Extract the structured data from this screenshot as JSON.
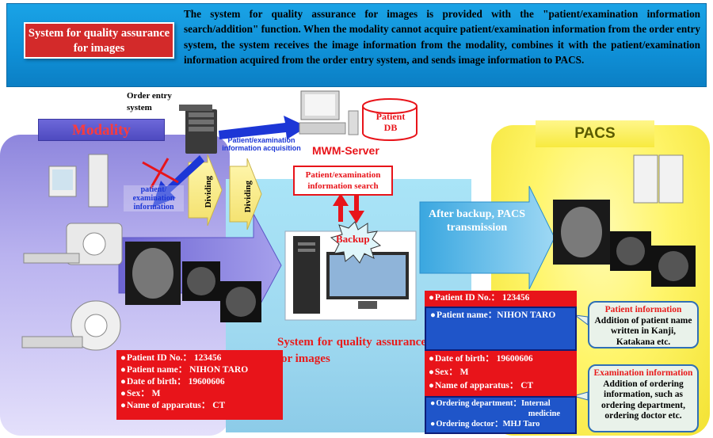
{
  "header": {
    "badge": "System for quality assurance for images",
    "description": "The system for quality assurance for images is provided with the \"patient/examination information search/addition\" function. When the modality cannot acquire patient/examination information from the order entry system, the system receives the image information from the modality, combines it with the patient/examination information acquired from the order entry system, and sends image information to PACS."
  },
  "nodes": {
    "order_entry": "Order entry system",
    "modality": "Modality",
    "pacs": "PACS",
    "patient_db": "Patient DB",
    "mwm_server": "MWM-Server",
    "acquisition": "Patient/examination information acquisition",
    "search": "Patient/examination information search",
    "patient_exam_info": "patient/ examination information",
    "dividing": "Dividing",
    "backup": "Backup",
    "after_backup": "After backup, PACS transmission",
    "system_label": "System for quality assurance for images"
  },
  "left_info": [
    "Patient ID No.： 123456",
    "Patient name： NIHON TARO",
    "Date of birth： 19600606",
    "Sex： M",
    "Name of apparatus： CT"
  ],
  "right_info": {
    "id": "Patient ID No.： 123456",
    "name": "Patient name：NIHON TARO",
    "dob": "Date of birth： 19600606",
    "sex": "Sex： M",
    "apparatus": "Name of apparatus： CT",
    "dept_label": "Ordering department：Internal",
    "dept_cont": "medicine",
    "doctor": "Ordering doctor：MHJ Taro"
  },
  "callouts": {
    "patient_head": "Patient information",
    "patient_body": "Addition of patient name written in Kanji, Katakana etc.",
    "exam_head": "Examination information",
    "exam_body": "Addition of ordering information, such as ordering department, ordering doctor etc."
  },
  "colors": {
    "header": "#1aa3e6",
    "red": "#e8141a",
    "blue": "#1f55c9",
    "modality": "#8e86dd",
    "pacs": "#fff56a",
    "center": "#a9e4f7"
  }
}
